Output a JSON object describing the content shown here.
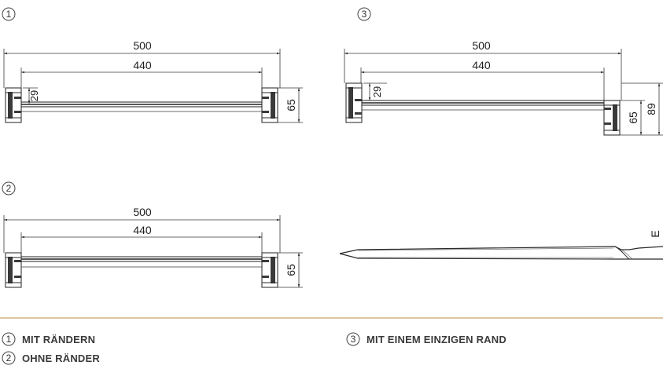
{
  "markers": {
    "one": "1",
    "two": "2",
    "three": "3"
  },
  "drawing_1": {
    "dim_outer": "500",
    "dim_inner": "440",
    "dim_height": "65",
    "dim_edge": "29"
  },
  "drawing_2": {
    "dim_outer": "500",
    "dim_inner": "440",
    "dim_height": "65"
  },
  "drawing_3": {
    "dim_outer": "500",
    "dim_inner": "440",
    "dim_height": "65",
    "dim_total": "89",
    "dim_edge": "29"
  },
  "side_view": {
    "label": "E"
  },
  "legend": {
    "item1": "MIT RÄNDERN",
    "item2": "OHNE RÄNDER",
    "item3": "MIT EINEM EINZIGEN RAND"
  },
  "colors": {
    "divider": "#c8a36a",
    "line": "#2a2a2a"
  }
}
